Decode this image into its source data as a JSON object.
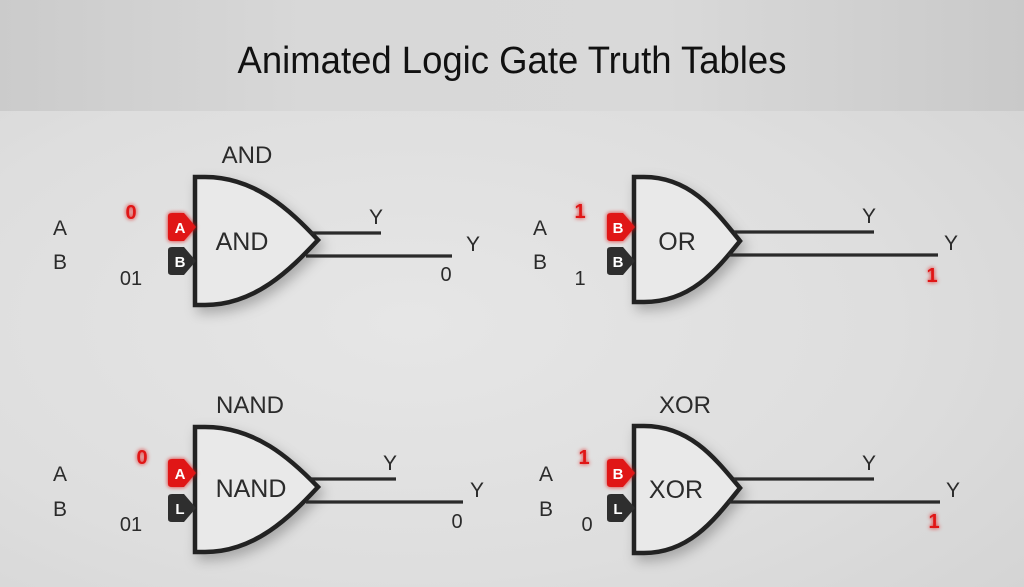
{
  "title": "Animated Logic Gate Truth Tables",
  "colors": {
    "active": "#e01818",
    "inactive": "#2e2e2e",
    "wire": "#2a2a2a",
    "gate_fill": "#e9e9e9",
    "gate_stroke": "#222222",
    "text": "#2b2b2b",
    "title_text": "#111111"
  },
  "gates": [
    {
      "id": "and",
      "heading": "AND",
      "body_label": "AND",
      "inputs": {
        "a": {
          "label": "A",
          "value": "0",
          "marker": "A",
          "active": true
        },
        "b": {
          "label": "B",
          "value": "01",
          "marker": "B",
          "active": false
        }
      },
      "outputs": {
        "short": {
          "label": "Y"
        },
        "long": {
          "label": "Y",
          "value": "0",
          "value_active": false
        }
      }
    },
    {
      "id": "or",
      "heading": "",
      "body_label": "OR",
      "inputs": {
        "a": {
          "label": "A",
          "value": "1",
          "marker": "B",
          "active": true
        },
        "b": {
          "label": "B",
          "value": "1",
          "marker": "B",
          "active": false
        }
      },
      "outputs": {
        "short": {
          "label": "Y"
        },
        "long": {
          "label": "Y",
          "value": "1",
          "value_active": true
        }
      }
    },
    {
      "id": "nand",
      "heading": "NAND",
      "body_label": "NAND",
      "inputs": {
        "a": {
          "label": "A",
          "value": "0",
          "marker": "A",
          "active": true
        },
        "b": {
          "label": "B",
          "value": "01",
          "marker": "L",
          "active": false
        }
      },
      "outputs": {
        "short": {
          "label": "Y"
        },
        "long": {
          "label": "Y",
          "value": "0",
          "value_active": false
        }
      }
    },
    {
      "id": "xor",
      "heading": "XOR",
      "body_label": "XOR",
      "inputs": {
        "a": {
          "label": "A",
          "value": "1",
          "marker": "B",
          "active": true
        },
        "b": {
          "label": "B",
          "value": "0",
          "marker": "L",
          "active": false
        }
      },
      "outputs": {
        "short": {
          "label": "Y"
        },
        "long": {
          "label": "Y",
          "value": "1",
          "value_active": true
        }
      }
    }
  ]
}
